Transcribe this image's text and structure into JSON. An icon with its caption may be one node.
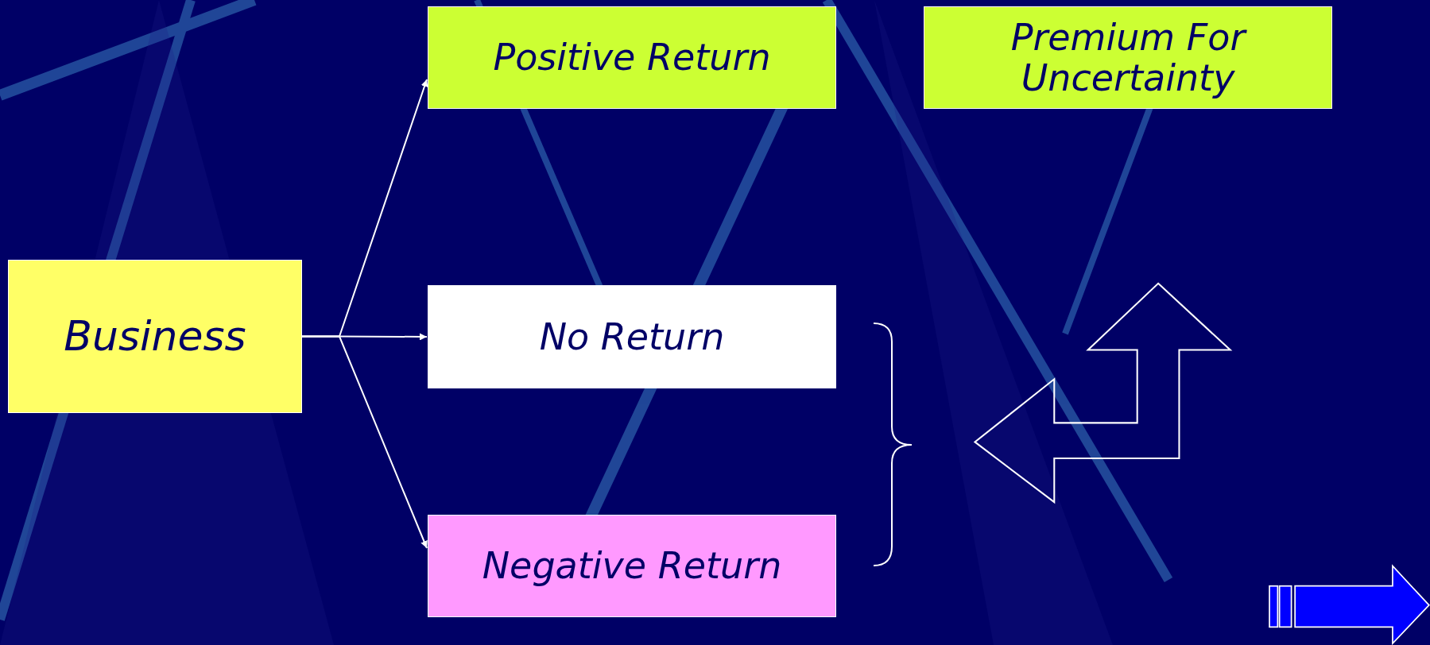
{
  "diagram": {
    "nodes": [
      {
        "text": [
          "Business"
        ]
      },
      {
        "text": [
          "Positive Return"
        ]
      },
      {
        "text": [
          "Premium For Uncertainty"
        ]
      },
      {
        "text": [
          "No Return"
        ]
      },
      {
        "text": [
          "Negative Return"
        ]
      }
    ],
    "edges": [
      {
        "from": 0,
        "to": 1,
        "arrow": "to"
      },
      {
        "from": 0,
        "to": 3,
        "arrow": "to"
      },
      {
        "from": 0,
        "to": 4,
        "arrow": "to"
      }
    ]
  }
}
